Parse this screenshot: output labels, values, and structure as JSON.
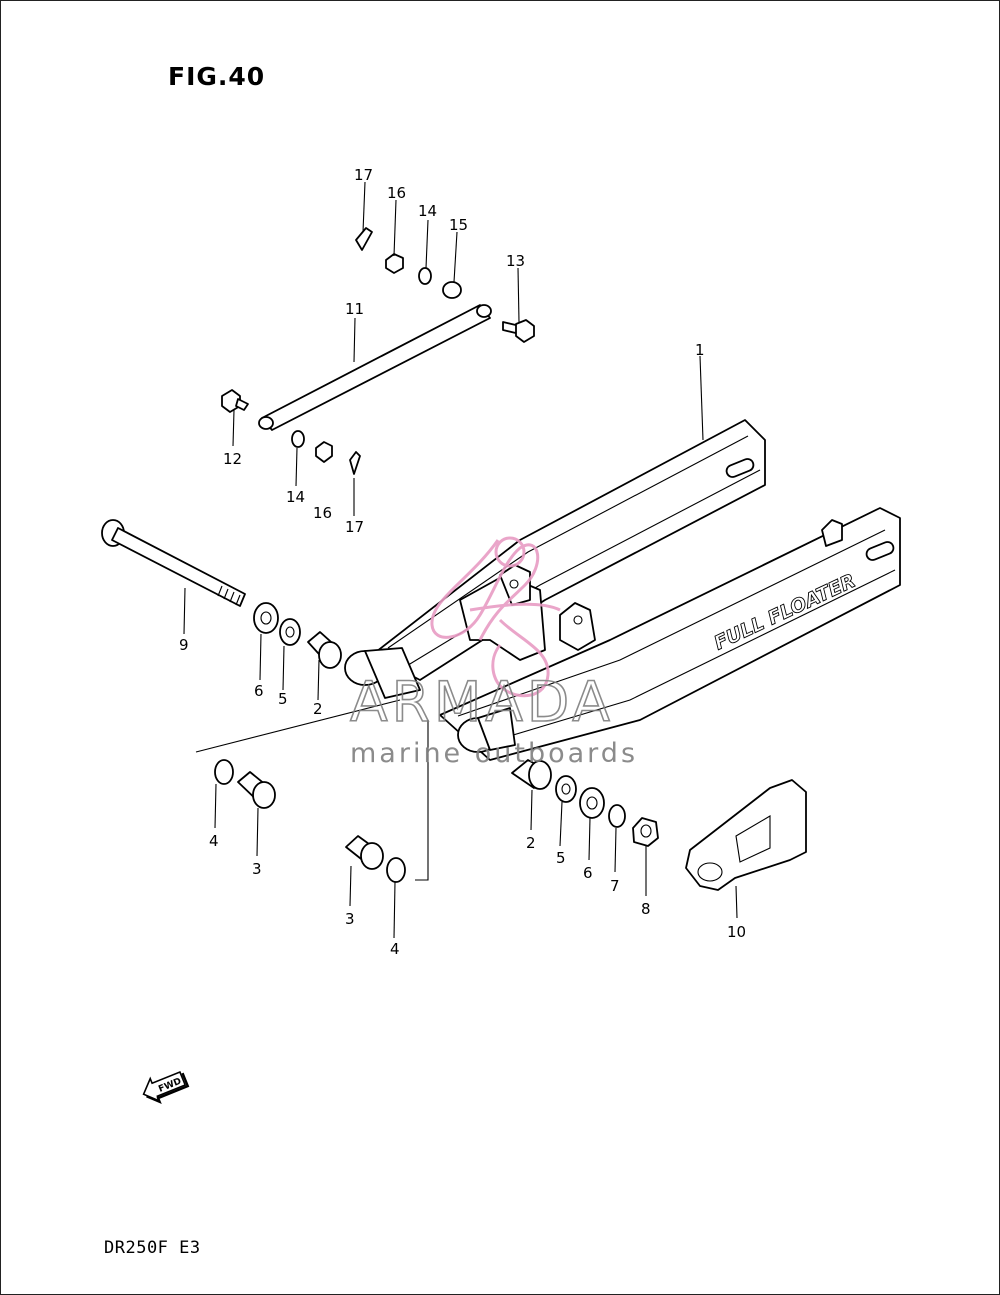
{
  "figure": {
    "title": "FIG.40",
    "model_code": "DR250F  E3"
  },
  "callouts": {
    "c1": "1",
    "c2a": "2",
    "c2b": "2",
    "c3a": "3",
    "c3b": "3",
    "c4a": "4",
    "c4b": "4",
    "c5a": "5",
    "c5b": "5",
    "c6a": "6",
    "c6b": "6",
    "c7": "7",
    "c8": "8",
    "c9": "9",
    "c10": "10",
    "c11": "11",
    "c12": "12",
    "c13": "13",
    "c14a": "14",
    "c14b": "14",
    "c15": "15",
    "c16a": "16",
    "c16b": "16",
    "c17a": "17",
    "c17b": "17"
  },
  "swingarm_decal": "FULL FLOATER",
  "direction_marker": "FWD",
  "watermark": {
    "name": "ARMADA",
    "tagline": "marine outboards",
    "logo_color": "#e89cc4",
    "text_color": "#7f7f7f"
  }
}
